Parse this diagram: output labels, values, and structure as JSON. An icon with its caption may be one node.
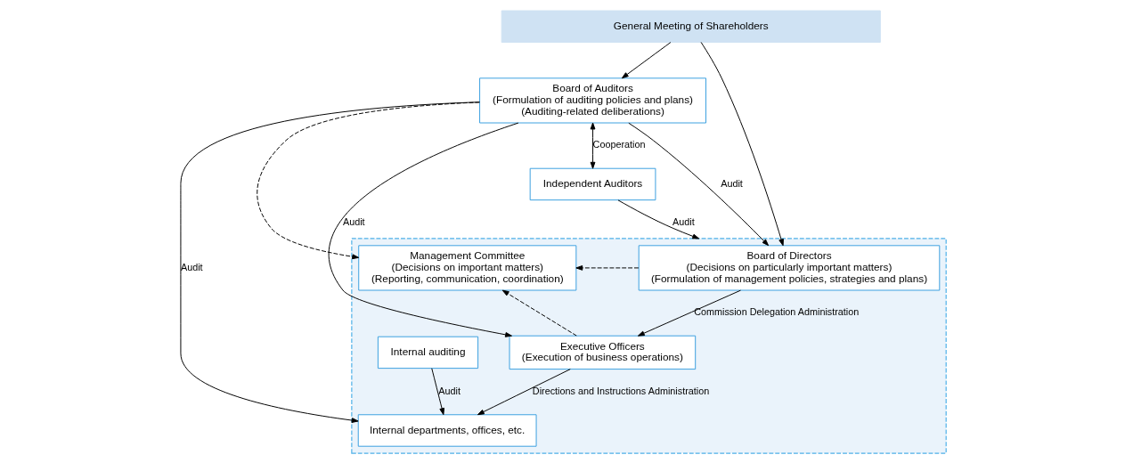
{
  "diagram": {
    "nodes": [
      {
        "text": [
          "General Meeting of Shareholders"
        ]
      },
      {
        "text": [
          "Board of Auditors",
          "(Formulation of auditing policies and plans)",
          "(Auditing-related deliberations)"
        ]
      },
      {
        "text": [],
        "shape": "box"
      },
      {
        "text": [
          "Board of Directors",
          "(Decisions on particularly important matters)",
          "(Formulation of management policies, strategies and plans)"
        ],
        "in": 2
      },
      {
        "text": [
          "Management Committee",
          "(Decisions on important matters)",
          "(Reporting, communication, coordination)"
        ],
        "in": 2
      },
      {
        "text": [
          "Independent Auditors"
        ]
      },
      {
        "text": [
          "Internal auditing"
        ],
        "in": 2
      },
      {
        "text": [
          "Executive Officers",
          "(Execution of business operations)"
        ],
        "in": 2
      },
      {
        "text": [
          "Internal departments, offices, etc."
        ],
        "in": 2
      }
    ],
    "edges": [
      {
        "from": 0,
        "to": 1,
        "arrow": "to"
      },
      {
        "from": 0,
        "to": 3,
        "arrow": "to"
      },
      {
        "from": 1,
        "to": 5,
        "arrow": "both",
        "label": "Cooperation"
      },
      {
        "from": 5,
        "to": 2,
        "arrow": "to",
        "label": "Audit"
      },
      {
        "from": 1,
        "to": 3,
        "arrow": "to",
        "label": "Audit"
      },
      {
        "from": 1,
        "to": 4,
        "arrow": "to",
        "style": "dashed"
      },
      {
        "from": 3,
        "to": 4,
        "arrow": "to",
        "style": "dashed"
      },
      {
        "from": 3,
        "to": 7,
        "arrow": "to",
        "label": "Commission Delegation Administration"
      },
      {
        "from": 7,
        "to": 4,
        "arrow": "to",
        "style": "dashed"
      },
      {
        "from": 1,
        "to": 8,
        "arrow": "to",
        "label": "Audit"
      },
      {
        "from": 1,
        "to": 7,
        "arrow": "to",
        "label": "Audit"
      },
      {
        "from": 6,
        "to": 8,
        "arrow": "to",
        "label": "Audit"
      },
      {
        "from": 7,
        "to": 8,
        "arrow": "to",
        "label": "Directions and Instructions Administration"
      }
    ]
  }
}
